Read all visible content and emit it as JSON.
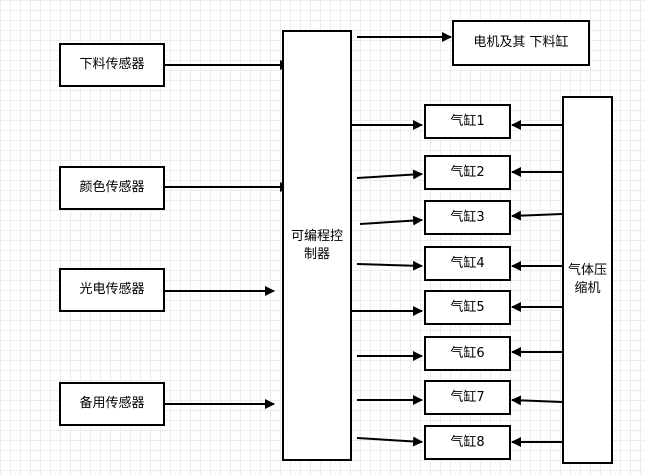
{
  "sensors": [
    "下料传感器",
    "颜色传感器",
    "光电传感器",
    "备用传感器"
  ],
  "controller": "可编程控制器",
  "motor": "电机及其 下料缸",
  "cylinders": [
    "气缸1",
    "气缸2",
    "气缸3",
    "气缸4",
    "气缸5",
    "气缸6",
    "气缸7",
    "气缸8"
  ],
  "compressor": "气体压缩机"
}
